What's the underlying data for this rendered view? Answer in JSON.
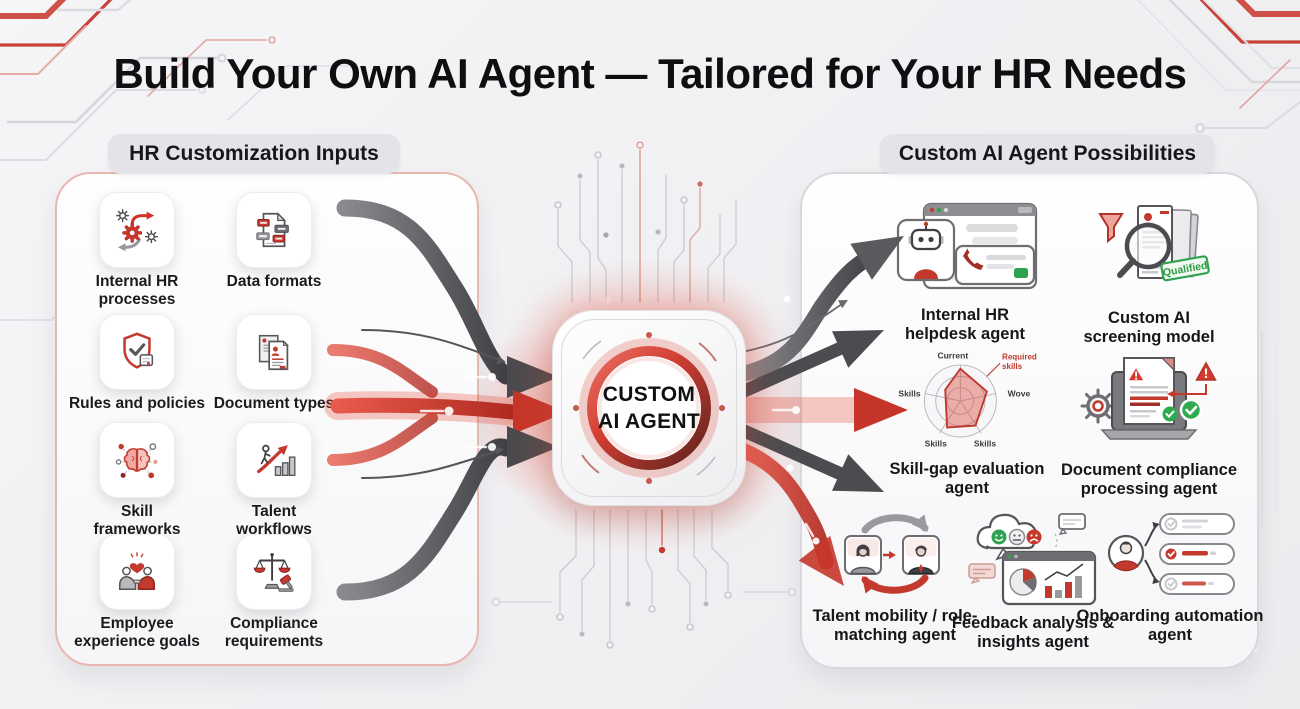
{
  "title": "Build Your Own AI Agent — Tailored for Your HR Needs",
  "left_panel": {
    "header": "HR Customization Inputs",
    "items": [
      {
        "label": "Internal HR processes",
        "icon": "process-gears-arrows-icon"
      },
      {
        "label": "Data formats",
        "icon": "file-formats-icon"
      },
      {
        "label": "Rules and policies",
        "icon": "shield-check-icon"
      },
      {
        "label": "Document types",
        "icon": "stacked-documents-icon"
      },
      {
        "label": "Skill frameworks",
        "icon": "brain-network-icon"
      },
      {
        "label": "Talent workflows",
        "icon": "growth-chart-person-icon"
      },
      {
        "label": "Employee experience goals",
        "icon": "handshake-heart-icon"
      },
      {
        "label": "Compliance requirements",
        "icon": "scales-gavel-icon"
      }
    ]
  },
  "center": {
    "line1": "CUSTOM",
    "line2": "AI AGENT"
  },
  "right_panel": {
    "header": "Custom AI Agent Possibilities",
    "items": [
      {
        "label": "Internal HR helpdesk agent",
        "icon": "chatbot-helpdesk-icon"
      },
      {
        "label": "Custom AI screening model",
        "icon": "magnifier-resume-icon",
        "stamp": "Qualified"
      },
      {
        "label": "Skill-gap evaluation agent",
        "icon": "radar-chart-icon"
      },
      {
        "label": "Document compliance processing agent",
        "icon": "laptop-document-checks-icon"
      },
      {
        "label": "Talent mobility / role-matching agent",
        "icon": "role-matching-cycle-icon"
      },
      {
        "label": "Feedback analysis & insights agent",
        "icon": "feedback-cloud-chart-icon"
      },
      {
        "label": "Onboarding automation agent",
        "icon": "onboarding-checklist-icon"
      }
    ]
  },
  "radar_chart": {
    "type": "radar",
    "axis_labels": {
      "top": "Current",
      "right": "Wove",
      "left": "Skills",
      "bottom_left": "Skills",
      "bottom_right": "Skills"
    },
    "callout_line1": "Required",
    "callout_line2": "skills",
    "series": [
      {
        "name": "Required skills",
        "values_norm": [
          0.95,
          0.75,
          0.6,
          0.45,
          0.4
        ]
      }
    ]
  },
  "colors": {
    "accent_red": "#c4392e",
    "bright_red": "#d8382c",
    "dark_grey_arrow": "#4c4c50",
    "panel_border_red": "#e7b7b0",
    "panel_border_grey": "#d8d8dd",
    "badge_bg": "#e4e4e8",
    "success_green": "#2fa24f",
    "background": "#f1f1f3"
  }
}
